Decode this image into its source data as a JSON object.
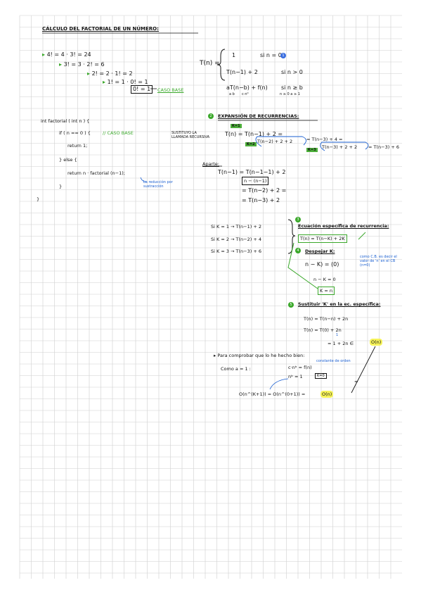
{
  "title": "CÁLCULO DEL FACTORIAL DE UN NÚMERO:",
  "steps": {
    "s1": "4! = 4 · 3! = 24",
    "s2": "3! = 3 · 2! = 6",
    "s3": "2! = 2 · 1! = 2",
    "s4": "1! = 1 · 0! = 1",
    "base": "0! = 1",
    "base_label": "CASO BASE"
  },
  "recurrence": {
    "lhs": "T(n) =",
    "row1": "1",
    "row1_cond": "si   n = 0",
    "row2": "T(n−1) + 2",
    "row2_cond": "si   n > 0",
    "row3": "aT(n−b) + f(n)",
    "row3_cond": "si   n ≥ b",
    "row3_sub_left": "a    b",
    "row3_sub_mid": "c·n⁰",
    "row3_sub_right": "n ≥ 0   a ≥ 1",
    "circle": "1"
  },
  "code": {
    "sig": "int   factorial  ( int  n ) {",
    "if": "if ( n == 0 ) {",
    "comment": "// CASO BASE",
    "ret1": "return  1;",
    "else": "} else {",
    "ret2": "return   n · factorial (n−1);",
    "note": "La reducción por sustracción",
    "close1": "}",
    "close2": "}"
  },
  "expansion": {
    "num": "2",
    "heading": "EXPANSIÓN DE RECURRENCIAS:",
    "call_note": "SUSTITUYO LA LLAMADA RECURSIVA",
    "eq": "T(n) = T(n−1) + 2 =",
    "k1": "K=1",
    "k2": "K=2",
    "k3": "K=3",
    "line2": "T(n−2) + 2 + 2",
    "line2_end": "= T(n−3) + 4 =",
    "line3": "T(n−3) + 2 + 2",
    "line3_end": "= T(n−3) + 6"
  },
  "aparte": {
    "label": "Aparte:",
    "l1": "T(n−1) = T(n−1−1) + 2",
    "box": "n − (n−1)",
    "l2": "= T(n−2) + 2 =",
    "l3": "= T(n−3) + 2"
  },
  "kcases": {
    "k1": "Si  K = 1  →  T(n−1) + 2",
    "k2": "Si  K = 2  →  T(n−2) + 4",
    "k3": "Si  K = 3  →  T(n−3) + 6"
  },
  "general": {
    "num3": "3",
    "heading": "Ecuación específica de recurrencia:",
    "eq": "T(n) = T(n−K) + 2K",
    "num4": "4",
    "despejar": "Despejar K:",
    "note": "como C.B. es decir el valor de 'n' en el CB (n=0)",
    "d1": "n − K) = (0)",
    "d2": "n − K = 0",
    "kn": "K = n",
    "num5": "5",
    "sust": "Sustituir 'K' en la ec. específica:",
    "e1": "T(n) = T(n−n) + 2n",
    "e2": "T(n) =  T(0) + 2n",
    "e2_sub": "1",
    "e3": "= 1 + 2n  ∈",
    "on": "O(n)"
  },
  "check": {
    "bullet": "Para comprobar que lo he hecho bien:",
    "como": "Como   a = 1 :",
    "c1": "c·nᵇ = f(n)",
    "c1_note": "constante de orden",
    "c2": "nᵇ = 1",
    "box": "K=0",
    "final": "O(n^(K+1)) = O(n^(0+1)) =",
    "on": "O(n)",
    "eqsign": "="
  }
}
